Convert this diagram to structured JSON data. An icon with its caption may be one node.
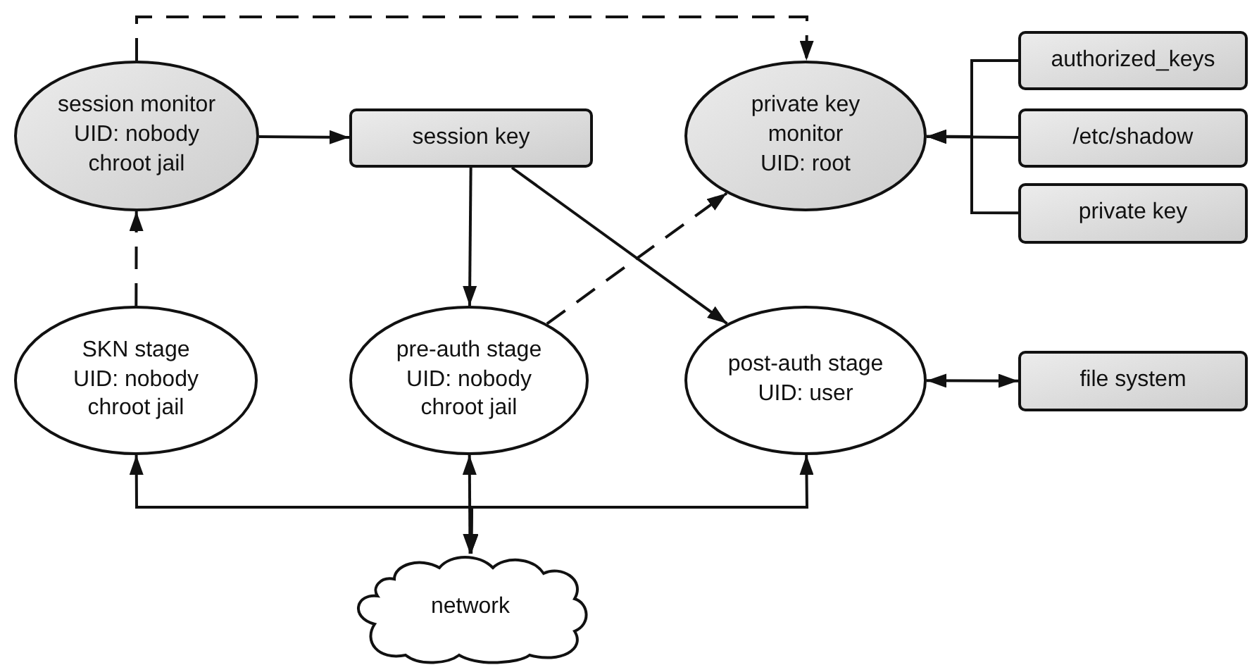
{
  "diagram": {
    "nodes": [
      {
        "text": [
          "session monitor",
          "UID: nobody",
          "chroot jail"
        ]
      },
      {
        "text": [
          "session key"
        ]
      },
      {
        "text": [
          "private key monitor",
          "UID: root"
        ]
      },
      {
        "text": [
          "authorized_keys"
        ]
      },
      {
        "text": [
          "/etc/shadow"
        ]
      },
      {
        "text": [
          "private key"
        ]
      },
      {
        "text": [
          "SKN stage",
          "UID: nobody",
          "chroot jail"
        ]
      },
      {
        "text": [
          "pre-auth stage",
          "UID: nobody",
          "chroot jail"
        ]
      },
      {
        "text": [
          "post-auth stage",
          "UID: user"
        ]
      },
      {
        "text": [
          "file system"
        ]
      },
      {
        "text": [
          "network"
        ]
      }
    ],
    "edges": [
      {
        "from": 0,
        "to": 2,
        "arrow": "to",
        "style": "dashed"
      },
      {
        "from": 0,
        "to": 1,
        "arrow": "to"
      },
      {
        "from": 1,
        "to": 7,
        "arrow": "to"
      },
      {
        "from": 1,
        "to": 8,
        "arrow": "to"
      },
      {
        "from": 7,
        "to": 2,
        "arrow": "to",
        "style": "dashed"
      },
      {
        "from": 6,
        "to": 0,
        "arrow": "to",
        "style": "dashed"
      },
      {
        "from": 3,
        "to": 2,
        "arrow": "to"
      },
      {
        "from": 4,
        "to": 2,
        "arrow": "to"
      },
      {
        "from": 5,
        "to": 2,
        "arrow": "to"
      },
      {
        "from": 8,
        "to": 9,
        "arrow": "both"
      },
      {
        "from": 10,
        "to": 6,
        "arrow": "both"
      },
      {
        "from": 10,
        "to": 7,
        "arrow": "both"
      },
      {
        "from": 10,
        "to": 8,
        "arrow": "both"
      }
    ]
  }
}
